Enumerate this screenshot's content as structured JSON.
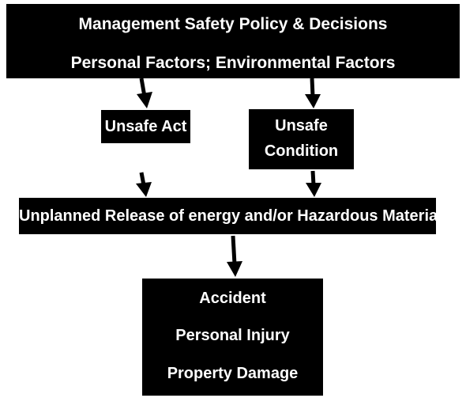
{
  "top": {
    "line1": "Management Safety Policy & Decisions",
    "line2": "Personal Factors; Environmental Factors"
  },
  "unsafe_act": {
    "label": "Unsafe Act"
  },
  "unsafe_condition": {
    "line1": "Unsafe",
    "line2": "Condition"
  },
  "release": {
    "label": "Unplanned Release of energy and/or Hazardous Material"
  },
  "outcome": {
    "line1": "Accident",
    "line2": "Personal Injury",
    "line3": "Property Damage"
  },
  "colors": {
    "box_fill": "#000000",
    "box_text": "#ffffff",
    "arrow": "#000000",
    "background": "#ffffff"
  }
}
